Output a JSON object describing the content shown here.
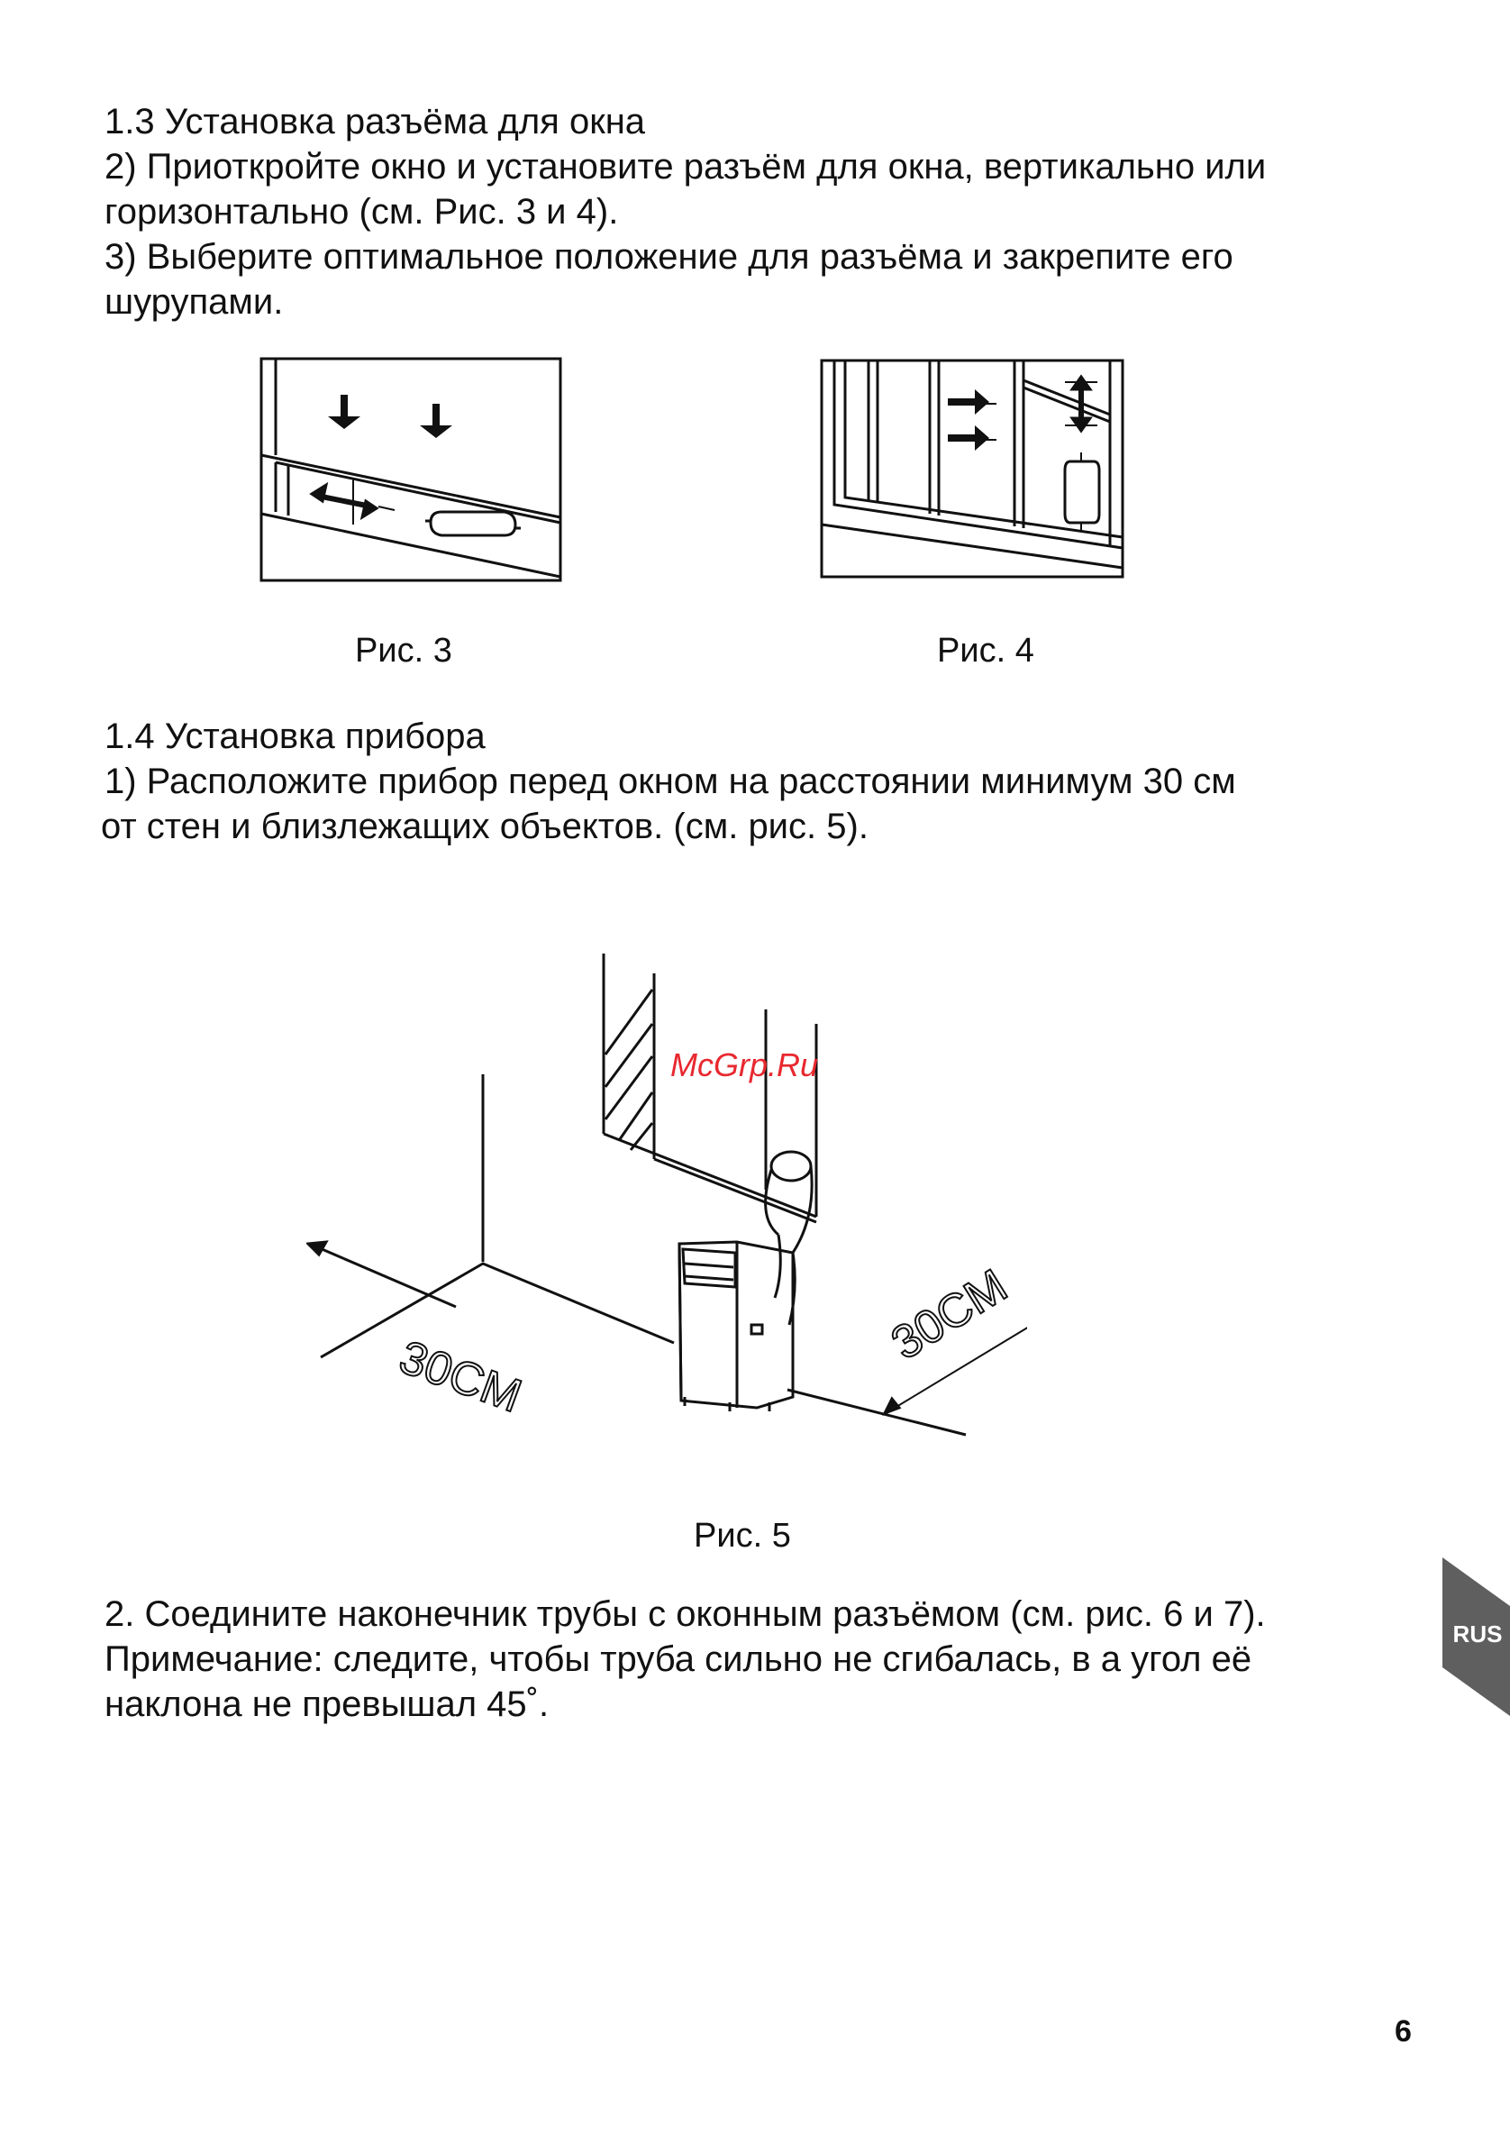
{
  "section_1_3": {
    "heading": "1.3 Установка разъёма для окна",
    "step2_line1": "2) Приоткройте окно и установите разъём для окна, вертикально или",
    "step2_line2": "горизонтально (см. Рис. 3 и 4).",
    "step3_line1": "3) Выберите оптимальное положение для разъёма и закрепите его",
    "step3_line2": "шурупами."
  },
  "figures": {
    "fig3_caption": "Рис. 3",
    "fig4_caption": "Рис. 4",
    "fig5_caption": "Рис. 5",
    "fig5_dim_left": "30CM",
    "fig5_dim_right": "30CM"
  },
  "section_1_4": {
    "heading": "1.4 Установка прибора",
    "step1_line1": "1) Расположите прибор перед окном на расстоянии минимум 30 см",
    "step1_line2": "от стен и близлежащих объектов. (см. рис. 5)."
  },
  "section_2": {
    "line1": "2. Соедините наконечник трубы с оконным разъёмом (см. рис. 6 и 7).",
    "line2": "Примечание: следите, чтобы труба сильно не сгибалась, в а угол её",
    "line3": "наклона не превышал 45˚."
  },
  "watermark": "McGrp.Ru",
  "side_tab": {
    "label": "RUS",
    "color": "#5f5f5f"
  },
  "page_number": "6"
}
